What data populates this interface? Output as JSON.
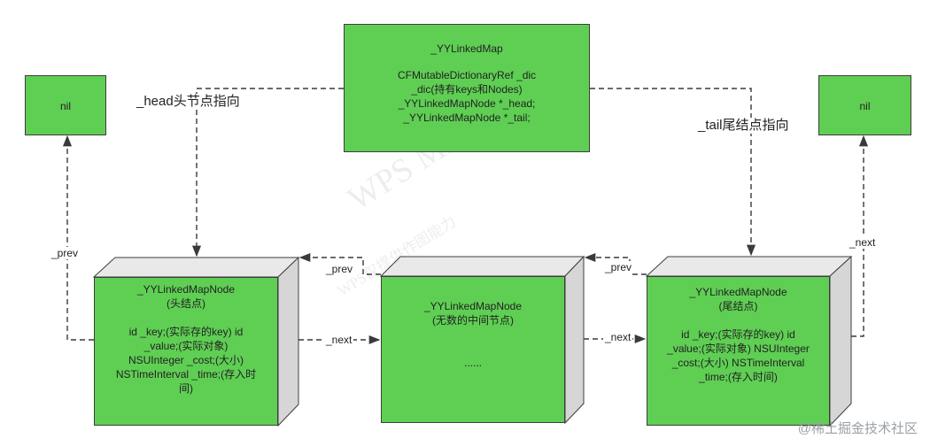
{
  "map": {
    "title": "_YYLinkedMap",
    "body": "CFMutableDictionaryRef _dic\n_dic(持有keys和Nodes)\n_YYLinkedMapNode *_head;\n_YYLinkedMapNode *_tail;"
  },
  "nil_left": "nil",
  "nil_right": "nil",
  "head_node": {
    "title": "_YYLinkedMapNode\n(头结点)",
    "body": "id _key;(实际存的key)    id\n_value;(实际对象)\nNSUInteger _cost;(大小)\nNSTimeInterval _time;(存入时\n间)"
  },
  "middle_node": {
    "title": "_YYLinkedMapNode\n(无数的中间节点)",
    "body": "......"
  },
  "tail_node": {
    "title": "_YYLinkedMapNode\n(尾结点)",
    "body": "id _key;(实际存的key)    id\n_value;(实际对象)    NSUInteger\n_cost;(大小)    NSTimeInterval\n_time;(存入时间)"
  },
  "labels": {
    "head_pointer": "_head头节点指向",
    "tail_pointer": "_tail尾结点指向",
    "prev_left": "_prev",
    "prev_mid_left": "_prev",
    "prev_mid_right": "_prev",
    "next_mid_left": "_next",
    "next_mid_right": "_next",
    "next_right": "_next"
  },
  "watermark": {
    "main": "WPS Mind",
    "sub": "WPS仅提供作图能力"
  },
  "credit": "@稀土掘金技术社区",
  "colors": {
    "node_fill": "#5fcf54",
    "cube_side": "#d6d6d6",
    "cube_top": "#e9e9e9",
    "line": "#3a3a3a"
  }
}
